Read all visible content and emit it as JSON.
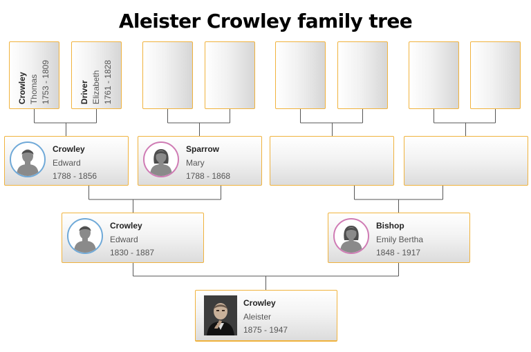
{
  "title": "Aleister Crowley family tree",
  "colors": {
    "border": "#f0b23c",
    "male": "#6fa9d8",
    "female": "#cf7bb4",
    "line": "#555555"
  },
  "gen4": [
    {
      "surname": "Crowley",
      "given": "Thomas",
      "years": "1753 - 1809"
    },
    {
      "surname": "Driver",
      "given": "Elizabeth",
      "years": "1761 - 1828"
    },
    {
      "surname": "",
      "given": "",
      "years": ""
    },
    {
      "surname": "",
      "given": "",
      "years": ""
    },
    {
      "surname": "",
      "given": "",
      "years": ""
    },
    {
      "surname": "",
      "given": "",
      "years": ""
    },
    {
      "surname": "",
      "given": "",
      "years": ""
    },
    {
      "surname": "",
      "given": "",
      "years": ""
    }
  ],
  "gen3": [
    {
      "surname": "Crowley",
      "given": "Edward",
      "years": "1788 - 1856",
      "gender": "male",
      "avatar_icon": "male-avatar-icon"
    },
    {
      "surname": "Sparrow",
      "given": "Mary",
      "years": "1788 - 1868",
      "gender": "female",
      "avatar_icon": "female-avatar-icon"
    },
    {
      "surname": "",
      "given": "",
      "years": ""
    },
    {
      "surname": "",
      "given": "",
      "years": ""
    }
  ],
  "gen2": [
    {
      "surname": "Crowley",
      "given": "Edward",
      "years": "1830 - 1887",
      "gender": "male",
      "avatar_icon": "male-avatar-icon"
    },
    {
      "surname": "Bishop",
      "given": "Emily Bertha",
      "years": "1848 - 1917",
      "gender": "female",
      "avatar_icon": "female-avatar-icon"
    }
  ],
  "root": {
    "surname": "Crowley",
    "given": "Aleister",
    "years": "1875 - 1947",
    "photo_icon": "portrait-photo"
  }
}
